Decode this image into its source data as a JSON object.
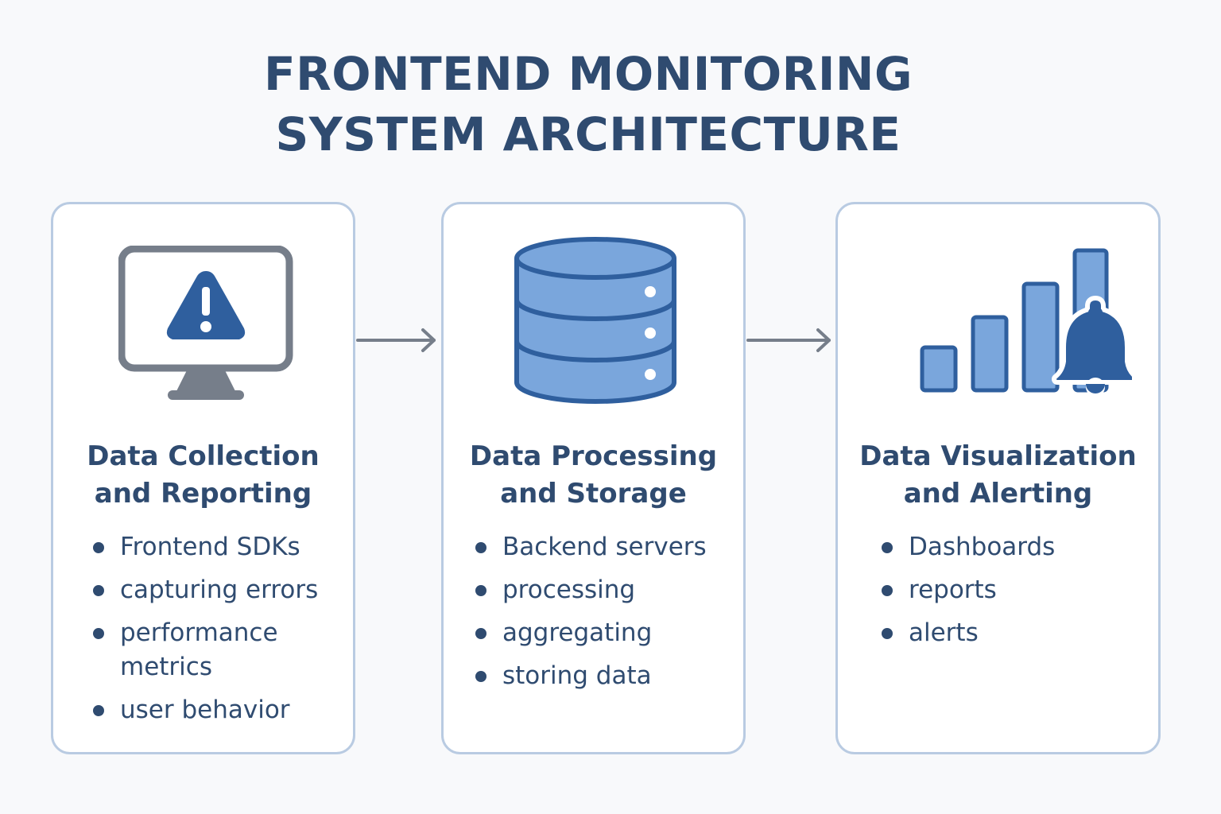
{
  "title": {
    "line1": "FRONTEND MONITORING",
    "line2": "SYSTEM ARCHITECTURE"
  },
  "colors": {
    "text": "#2f4b70",
    "panel_border": "#b9cbe2",
    "icon_fill": "#7aa6dc",
    "icon_dark": "#2f5f9e",
    "monitor_gray": "#767e8a",
    "arrow": "#767e8a"
  },
  "stages": [
    {
      "icon": "monitor-warning-icon",
      "heading_line1": "Data Collection",
      "heading_line2": "and Reporting",
      "items": [
        "Frontend SDKs",
        "capturing errors",
        "performance metrics",
        "user behavior"
      ]
    },
    {
      "icon": "database-icon",
      "heading_line1": "Data Processing",
      "heading_line2": "and Storage",
      "items": [
        "Backend servers",
        "processing",
        "aggregating",
        "storing data"
      ]
    },
    {
      "icon": "bar-chart-bell-icon",
      "heading_line1": "Data Visualization",
      "heading_line2": "and Alerting",
      "items": [
        "Dashboards",
        "reports",
        "alerts"
      ]
    }
  ]
}
